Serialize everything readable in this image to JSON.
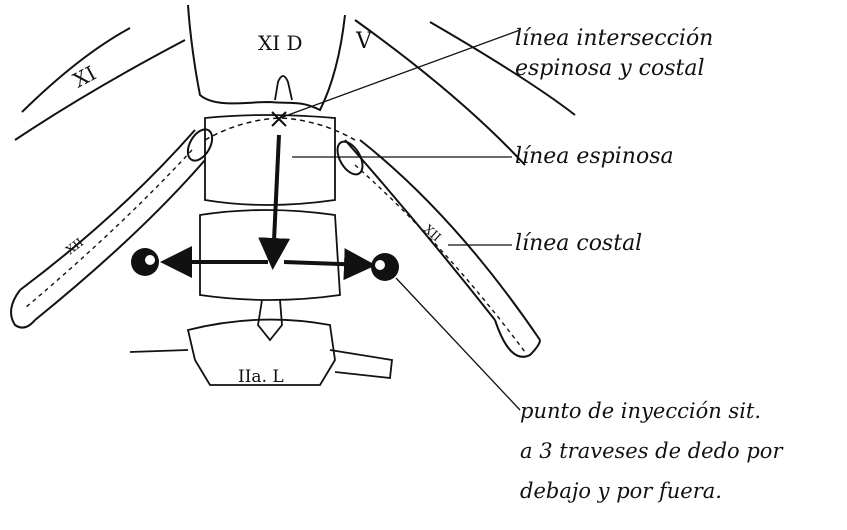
{
  "labels": {
    "vertebra_top": "XI D",
    "rib_xi": "XI",
    "rib_v_fragment": "V",
    "vertebra_bottom": "IIa. L",
    "rib_left": "XII",
    "rib_right": "XII"
  },
  "annotations": {
    "intersection_line1": "línea intersección",
    "intersection_line2": "espinosa y costal",
    "spinous": "línea espinosa",
    "costal": "línea costal",
    "injection_line1": "punto de inyección sit.",
    "injection_line2": "a 3 traveses de dedo por",
    "injection_line3": "debajo y por fuera."
  }
}
